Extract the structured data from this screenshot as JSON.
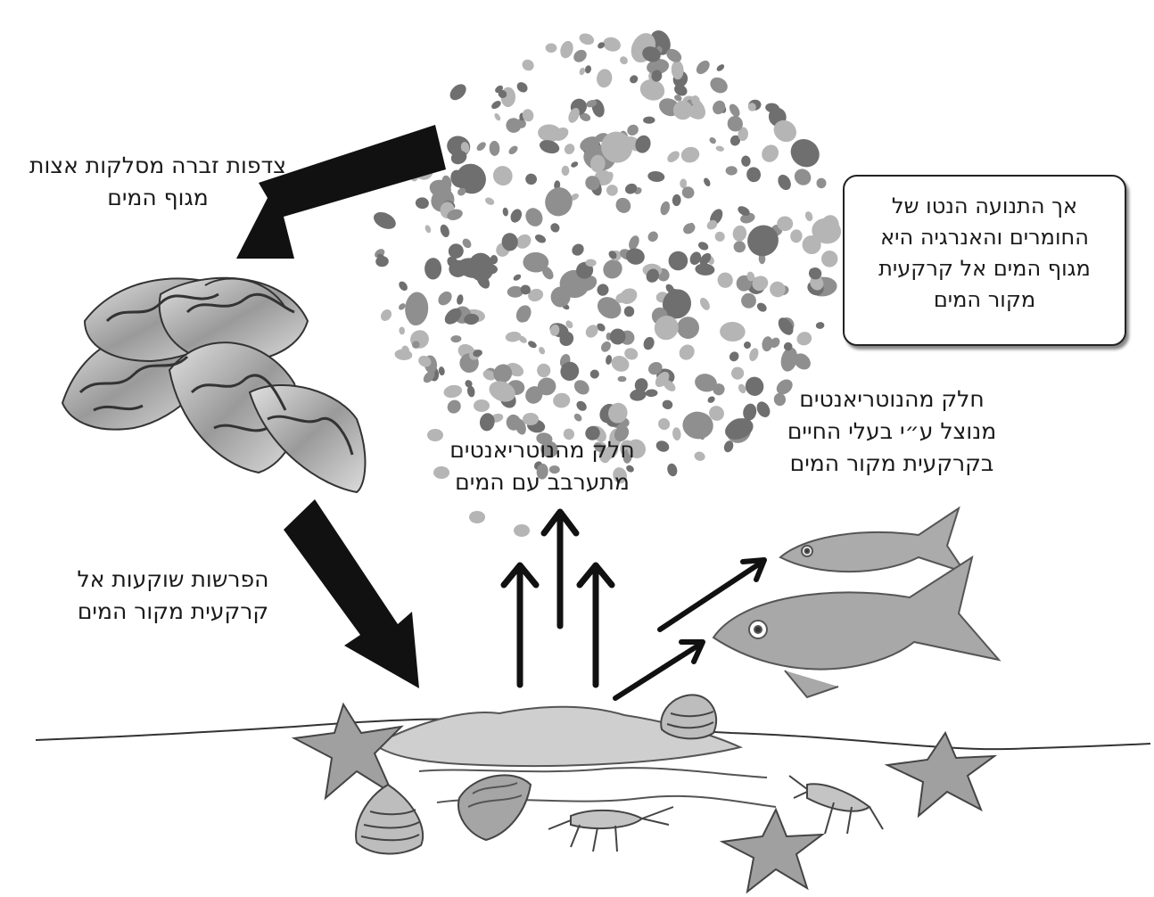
{
  "labels": {
    "mussels_filter": [
      "צדפות זברה מסלקות אצות",
      "מגוף המים"
    ],
    "excretions_sink": [
      "הפרשות שוקעות אל",
      "קרקעית מקור המים"
    ],
    "nutrients_mix": [
      "חלק מהנוטריאנטים",
      "מתערבב עם המים"
    ],
    "nutrients_used": [
      "חלק מהנוטריאנטים",
      "מנוצל ע״י בעלי החיים",
      "בקרקעית מקור המים"
    ]
  },
  "box": {
    "lines": [
      "אך התנועה הנטו של",
      "החומרים והאנרגיה היא",
      "מגוף המים אל קרקעית",
      "מקור המים"
    ]
  },
  "colors": {
    "particle_dark": "#6f6f6f",
    "particle_mid": "#8f8f8f",
    "particle_light": "#b5b5b5",
    "shell": "#a3a3a3",
    "fish": "#a9a9a9",
    "starfish": "#9d9d9d",
    "arrow": "#111111"
  },
  "icons": [
    "mussel-cluster-icon",
    "fish-icon",
    "starfish-icon",
    "crayfish-icon",
    "snail-shell-icon",
    "clam-icon"
  ]
}
